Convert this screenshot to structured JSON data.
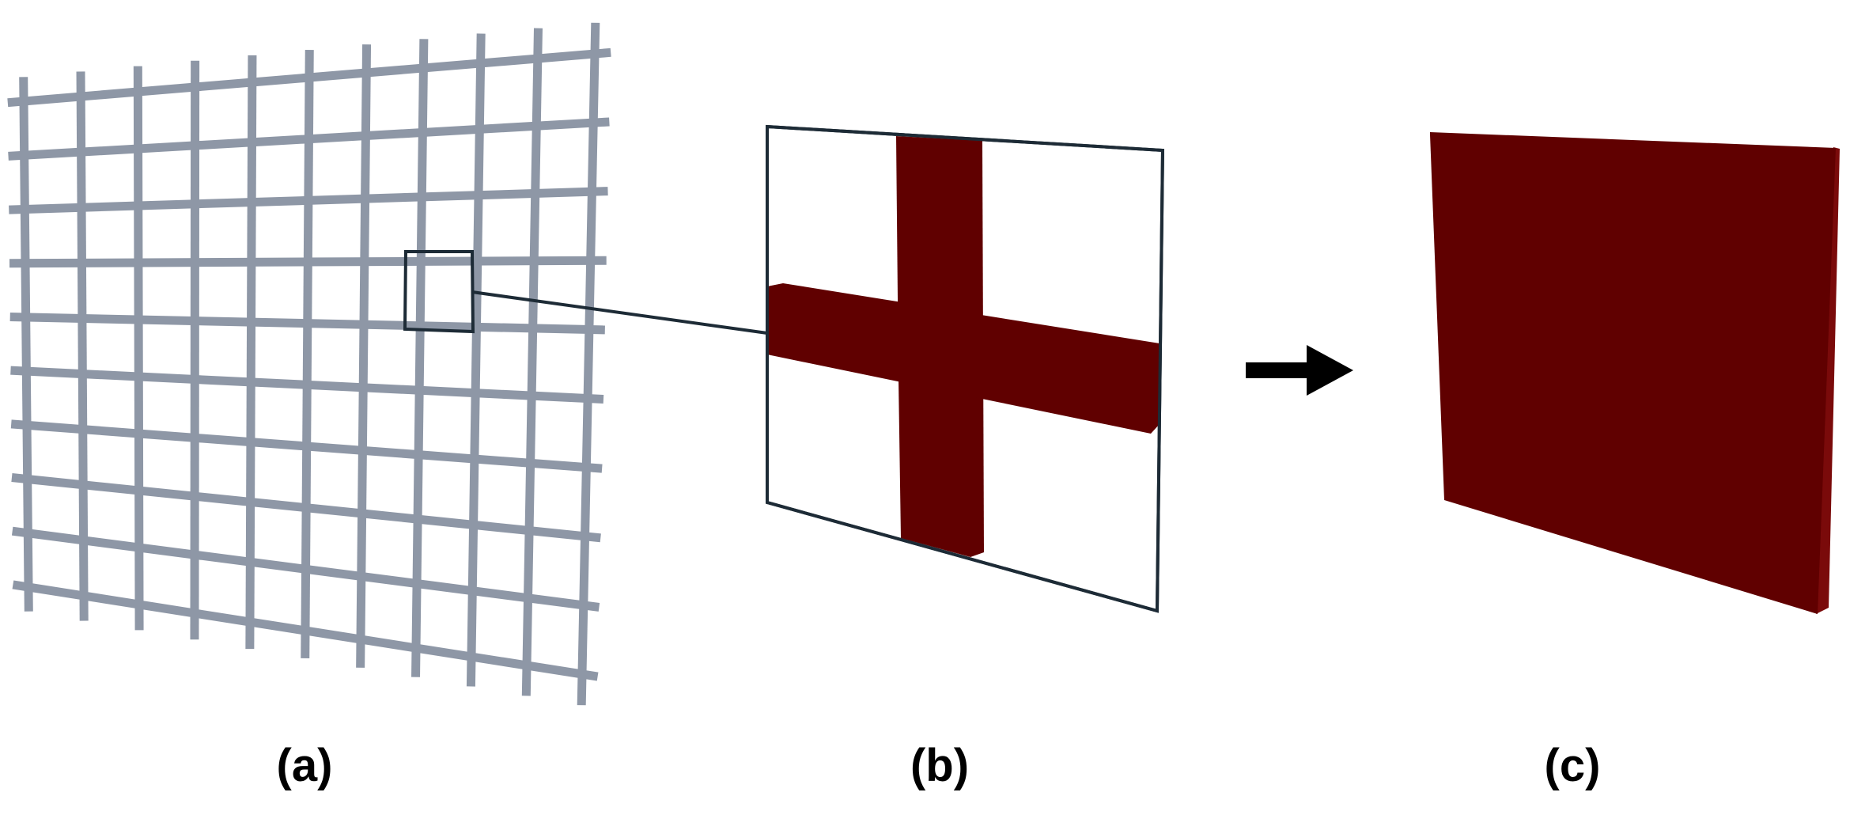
{
  "panels": [
    {
      "id": "a",
      "label": "(a)"
    },
    {
      "id": "b",
      "label": "(b)"
    },
    {
      "id": "c",
      "label": "(c)"
    }
  ],
  "colors": {
    "grid_strut": "#8e97a6",
    "grid_strut_shadow": "#6f7887",
    "solid_fill": "#600000",
    "solid_edge": "#7a0a0a",
    "frame_stroke": "#1d2b36",
    "arrow": "#000000",
    "background": "#ffffff"
  },
  "grid": {
    "rows": 10,
    "columns": 11
  },
  "icons": {
    "transform_arrow": "right-arrow-icon"
  }
}
